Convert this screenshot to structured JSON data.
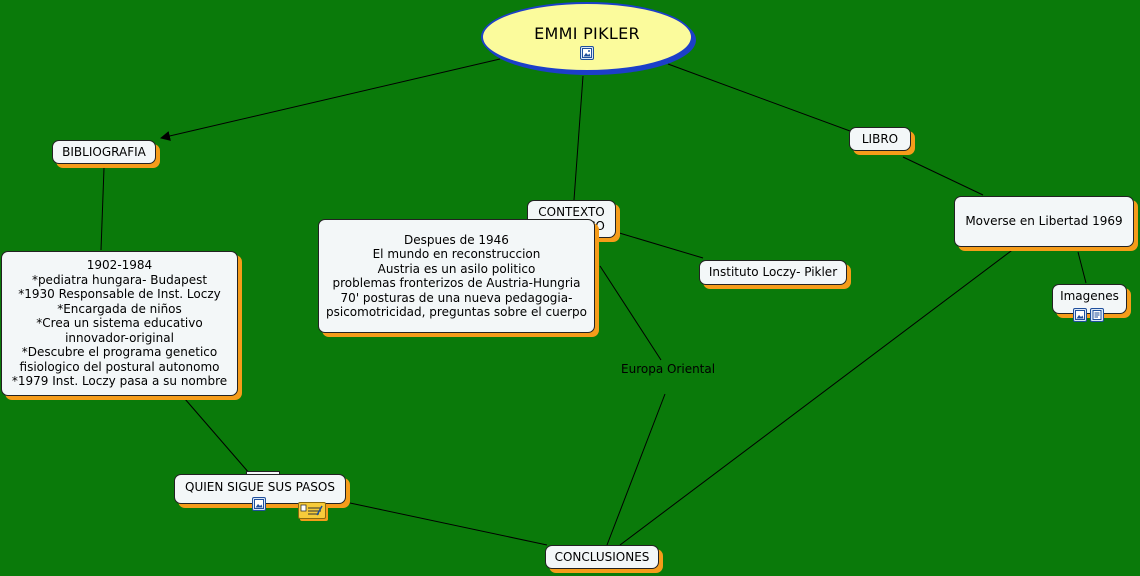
{
  "root": {
    "title": "EMMI PIKLER"
  },
  "nodes": {
    "bibliografia": "BIBLIOGRAFIA",
    "bio": "1902-1984\n*pediatra hungara- Budapest\n*1930 Responsable de Inst. Loczy\n*Encargada de niños\n*Crea un sistema educativo\ninnovador-original\n*Descubre el programa genetico\nfisiologico del postural autonomo\n*1979 Inst. Loczy pasa a su nombre",
    "contexto": "CONTEXTO\nHISTORICO",
    "despues": "Despues de 1946\nEl mundo en reconstruccion\nAustria es un asilo politico\nproblemas  fronterizos de Austria-Hungria\n70' posturas de una nueva pedagogia-\npsicomotricidad, preguntas sobre el cuerpo",
    "instituto": "Instituto Loczy- Pikler",
    "europa": "Europa Oriental",
    "libro": "LIBRO",
    "moverse": "Moverse en Libertad 1969",
    "imagenes": "Imagenes",
    "quien": "QUIEN SIGUE SUS PASOS",
    "conclusiones": "CONCLUSIONES"
  },
  "colors": {
    "background": "#0a7a0a",
    "node_fill": "#f3f7f8",
    "node_shadow": "#f59c1a",
    "root_fill": "#fbfb9c",
    "root_border": "#1c3fc9"
  },
  "icons": {
    "root": "image-icon",
    "quien": [
      "image-icon",
      "note-icon"
    ],
    "imagenes": [
      "image-icon",
      "document-icon"
    ]
  }
}
